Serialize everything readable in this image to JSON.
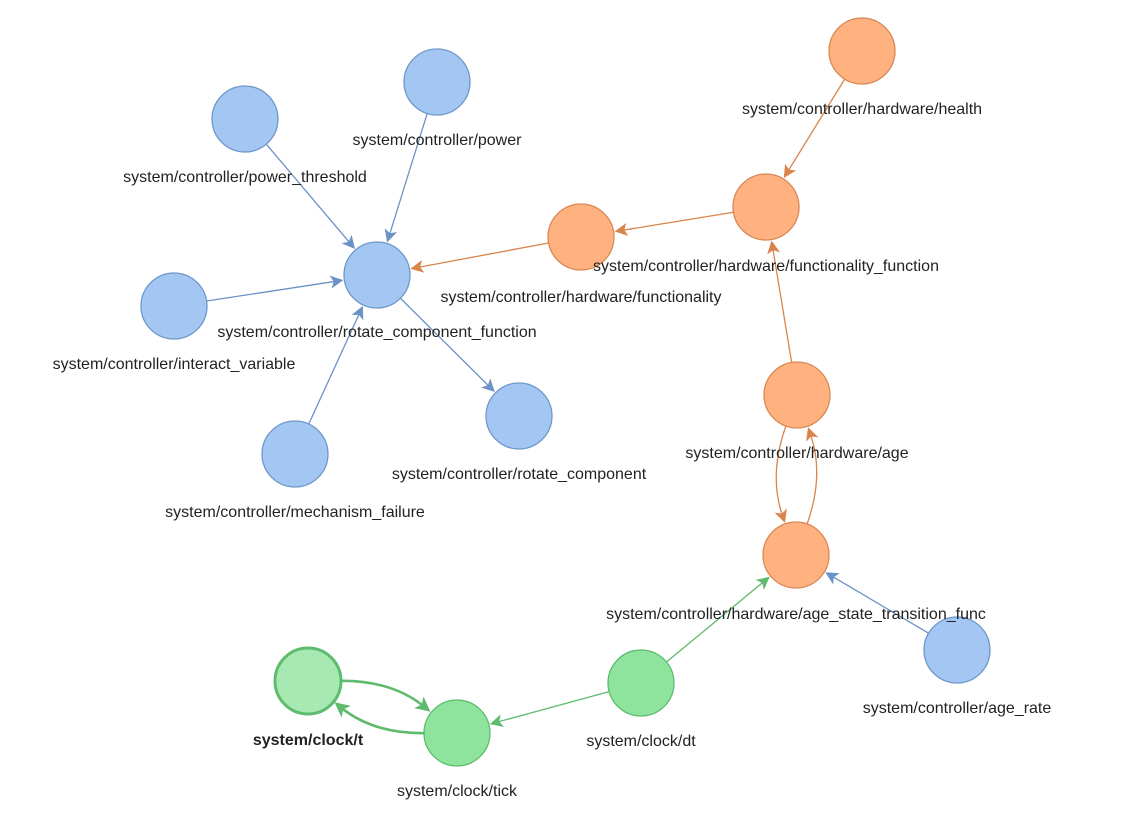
{
  "colors": {
    "blue_fill": "#a3c6f2",
    "blue_stroke": "#6e98c8",
    "orange_fill": "#ffb27f",
    "orange_stroke": "#d98755",
    "green_fill": "#8ee49c",
    "green_stroke": "#5ebc6e",
    "green_selected_fill": "#a8e8b2",
    "edge_blue": "#6c93c7",
    "edge_orange": "#d9844a",
    "edge_green": "#5fba6e"
  },
  "nodes": [
    {
      "id": "power",
      "label": "system/controller/power",
      "color": "blue"
    },
    {
      "id": "power_threshold",
      "label": "system/controller/power_threshold",
      "color": "blue"
    },
    {
      "id": "rotate_component_function",
      "label": "system/controller/rotate_component_function",
      "color": "blue"
    },
    {
      "id": "interact_variable",
      "label": "system/controller/interact_variable",
      "color": "blue"
    },
    {
      "id": "mechanism_failure",
      "label": "system/controller/mechanism_failure",
      "color": "blue"
    },
    {
      "id": "rotate_component",
      "label": "system/controller/rotate_component",
      "color": "blue"
    },
    {
      "id": "health",
      "label": "system/controller/hardware/health",
      "color": "orange"
    },
    {
      "id": "functionality_function",
      "label": "system/controller/hardware/functionality_function",
      "color": "orange"
    },
    {
      "id": "functionality",
      "label": "system/controller/hardware/functionality",
      "color": "orange"
    },
    {
      "id": "age",
      "label": "system/controller/hardware/age",
      "color": "orange"
    },
    {
      "id": "age_state_transition_func",
      "label": "system/controller/hardware/age_state_transition_func",
      "color": "orange"
    },
    {
      "id": "age_rate",
      "label": "system/controller/age_rate",
      "color": "blue"
    },
    {
      "id": "dt",
      "label": "system/clock/dt",
      "color": "green"
    },
    {
      "id": "t",
      "label": "system/clock/t",
      "color": "green",
      "selected": true
    },
    {
      "id": "tick",
      "label": "system/clock/tick",
      "color": "green"
    }
  ],
  "edges": [
    {
      "from": "power_threshold",
      "to": "rotate_component_function",
      "color": "blue"
    },
    {
      "from": "power",
      "to": "rotate_component_function",
      "color": "blue"
    },
    {
      "from": "interact_variable",
      "to": "rotate_component_function",
      "color": "blue"
    },
    {
      "from": "mechanism_failure",
      "to": "rotate_component_function",
      "color": "blue"
    },
    {
      "from": "rotate_component_function",
      "to": "rotate_component",
      "color": "blue"
    },
    {
      "from": "functionality",
      "to": "rotate_component_function",
      "color": "orange"
    },
    {
      "from": "functionality_function",
      "to": "functionality",
      "color": "orange"
    },
    {
      "from": "health",
      "to": "functionality_function",
      "color": "orange"
    },
    {
      "from": "age",
      "to": "functionality_function",
      "color": "orange"
    },
    {
      "from": "age",
      "to": "age_state_transition_func",
      "color": "orange",
      "curve": "left"
    },
    {
      "from": "age_state_transition_func",
      "to": "age",
      "color": "orange",
      "curve": "right"
    },
    {
      "from": "age_rate",
      "to": "age_state_transition_func",
      "color": "blue"
    },
    {
      "from": "dt",
      "to": "age_state_transition_func",
      "color": "green"
    },
    {
      "from": "dt",
      "to": "tick",
      "color": "green"
    },
    {
      "from": "t",
      "to": "tick",
      "color": "green",
      "curve": "top",
      "thick": true
    },
    {
      "from": "tick",
      "to": "t",
      "color": "green",
      "curve": "bottom",
      "thick": true
    }
  ]
}
